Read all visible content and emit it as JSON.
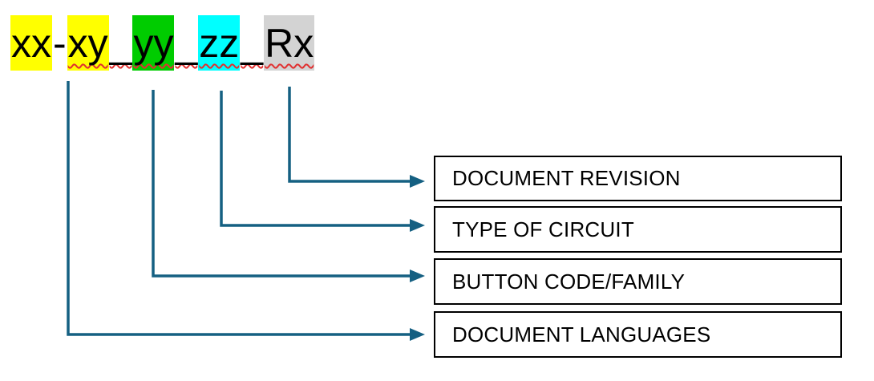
{
  "diagram": {
    "background_color": "#FFFFFF",
    "arrow_color": "#156082",
    "spellcheck_color": "#E03030",
    "filename_pattern": {
      "full_text": "xx-xy_yy_zz_Rx",
      "segments": [
        {
          "text": "xx",
          "highlight": "#FFFF00",
          "highlight_name": "yellow"
        },
        {
          "text": "-",
          "highlight": null,
          "highlight_name": "none"
        },
        {
          "text": "xy",
          "highlight": "#FFFF00",
          "highlight_name": "yellow"
        },
        {
          "text": "_",
          "highlight": null,
          "highlight_name": "none"
        },
        {
          "text": "yy",
          "highlight": "#00CC00",
          "highlight_name": "green"
        },
        {
          "text": "_",
          "highlight": null,
          "highlight_name": "none"
        },
        {
          "text": "zz",
          "highlight": "#00FFFF",
          "highlight_name": "cyan"
        },
        {
          "text": "_",
          "highlight": null,
          "highlight_name": "none"
        },
        {
          "text": "Rx",
          "highlight": "#D3D3D3",
          "highlight_name": "gray"
        }
      ]
    },
    "labels": [
      {
        "text": "DOCUMENT REVISION",
        "maps_to_segment": "Rx"
      },
      {
        "text": "TYPE OF CIRCUIT",
        "maps_to_segment": "zz"
      },
      {
        "text": "BUTTON CODE/FAMILY",
        "maps_to_segment": "yy"
      },
      {
        "text": "DOCUMENT LANGUAGES",
        "maps_to_segment": "xx-xy"
      }
    ]
  }
}
